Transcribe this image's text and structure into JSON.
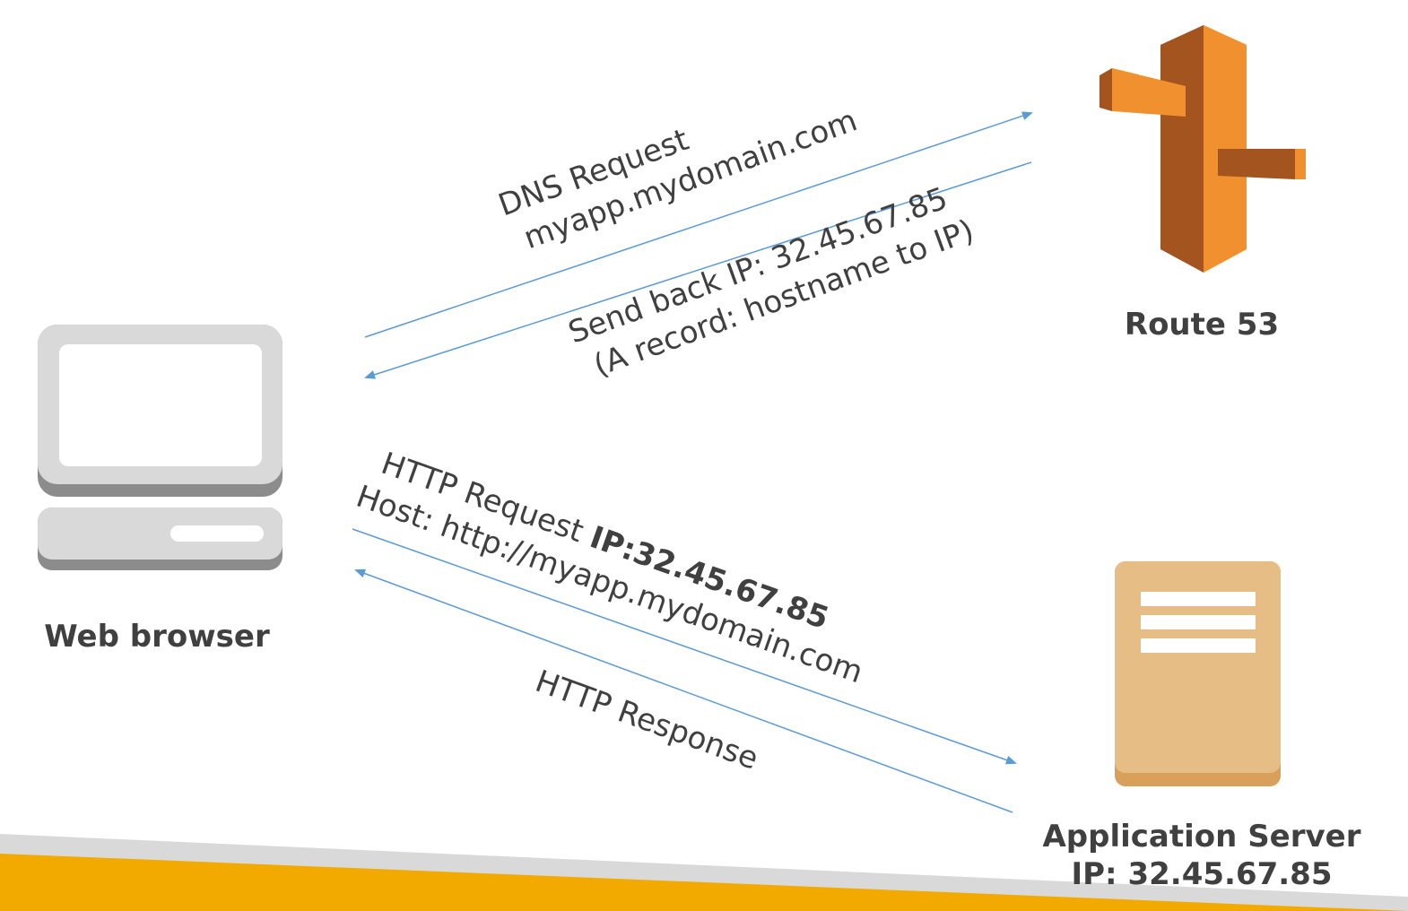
{
  "nodes": {
    "web_browser": {
      "label": "Web browser"
    },
    "route53": {
      "label": "Route 53"
    },
    "app_server": {
      "label_line1": "Application Server",
      "label_line2": "IP: 32.45.67.85"
    }
  },
  "edges": {
    "dns_request": {
      "line1": "DNS Request",
      "line2": "myapp.mydomain.com"
    },
    "dns_response": {
      "line1": "Send back IP: 32.45.67.85",
      "line2": "(A record: hostname to IP)"
    },
    "http_request": {
      "line1_prefix": "HTTP Request ",
      "line1_ip": "IP:32.45.67.85",
      "line2": "Host: http://myapp.mydomain.com"
    },
    "http_response": {
      "line1": "HTTP Response"
    }
  },
  "colors": {
    "arrow": "#5b9bd5",
    "route53_orange": "#f0902f",
    "route53_dark": "#a4541f",
    "server_tan": "#e6bd85",
    "server_dark": "#d8a05a",
    "computer_gray": "#d9d9d9",
    "computer_dark": "#8c8c8c",
    "footer_gold": "#f2a900",
    "footer_gray": "#d9d9d9"
  }
}
